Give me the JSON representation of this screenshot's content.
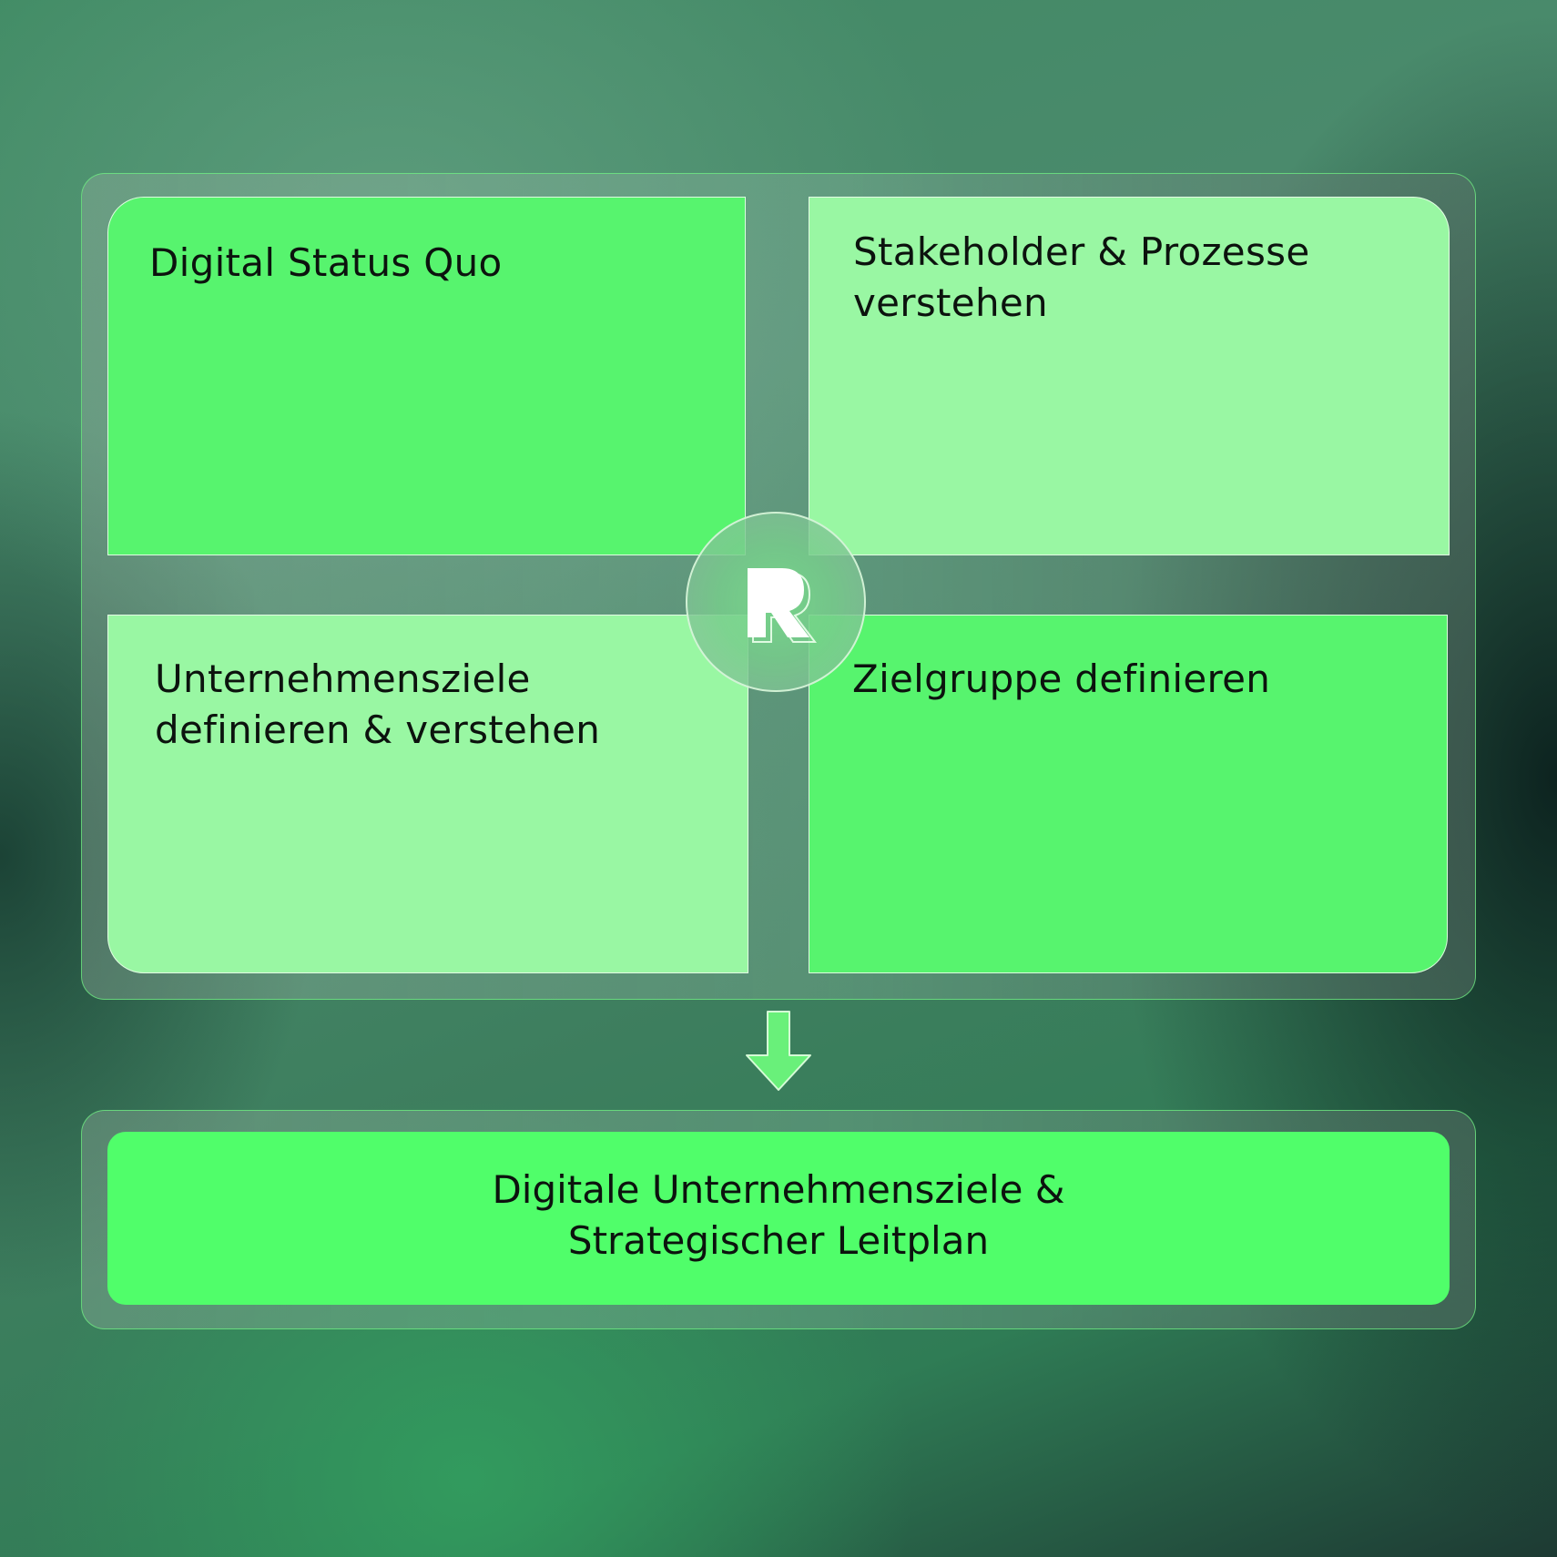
{
  "quadrants": {
    "top_left": {
      "label": "Digital Status Quo",
      "color": "#57f46e"
    },
    "top_right": {
      "label": "Stakeholder & Prozesse verstehen",
      "color": "#99f7a3"
    },
    "bottom_left": {
      "label": "Unternehmensziele definieren & verstehen",
      "color": "#99f7a3"
    },
    "bottom_right": {
      "label": "Zielgruppe definieren",
      "color": "#57f46e"
    }
  },
  "center_logo": {
    "icon": "r-logo-icon"
  },
  "flow_arrow": {
    "icon": "arrow-down-icon",
    "color": "#69f07a"
  },
  "result": {
    "label": "Digitale Unternehmensziele & Strategischer Leitplan",
    "color": "#50fe6a"
  }
}
